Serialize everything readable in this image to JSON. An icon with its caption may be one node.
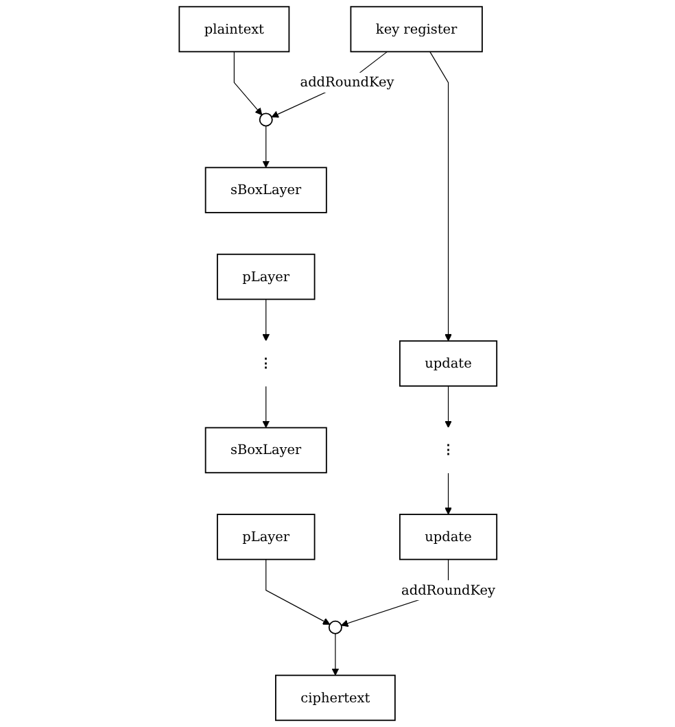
{
  "diagram": {
    "nodes": [
      {
        "text": [
          "plaintext"
        ]
      },
      {
        "text": [
          "key register"
        ]
      },
      {
        "text": [],
        "shape": "circle"
      },
      {
        "text": [
          "sBoxLayer"
        ]
      },
      {
        "text": [
          "pLayer"
        ]
      },
      {
        "text": [
          "update"
        ]
      },
      {
        "text": [
          "⋮"
        ]
      },
      {
        "text": [
          "⋮"
        ]
      },
      {
        "text": [
          "sBoxLayer"
        ]
      },
      {
        "text": [
          "pLayer"
        ]
      },
      {
        "text": [
          "update"
        ]
      },
      {
        "text": [],
        "shape": "circle"
      },
      {
        "text": [
          "ciphertext"
        ]
      }
    ],
    "edges": [
      {
        "from": 0,
        "to": 2,
        "arrow": "to"
      },
      {
        "from": 1,
        "to": 2,
        "arrow": "to",
        "label": "addRoundKey"
      },
      {
        "from": 1,
        "to": 5,
        "arrow": "to"
      },
      {
        "from": 2,
        "to": 3,
        "arrow": "to"
      },
      {
        "from": 4,
        "to": 6,
        "arrow": "to"
      },
      {
        "from": 5,
        "to": 7,
        "arrow": "to"
      },
      {
        "from": 6,
        "to": 8,
        "arrow": "to"
      },
      {
        "from": 7,
        "to": 10,
        "arrow": "to"
      },
      {
        "from": 9,
        "to": 11,
        "arrow": "to"
      },
      {
        "from": 10,
        "to": 11,
        "arrow": "to",
        "label": "addRoundKey"
      },
      {
        "from": 11,
        "to": 12,
        "arrow": "to"
      }
    ]
  }
}
